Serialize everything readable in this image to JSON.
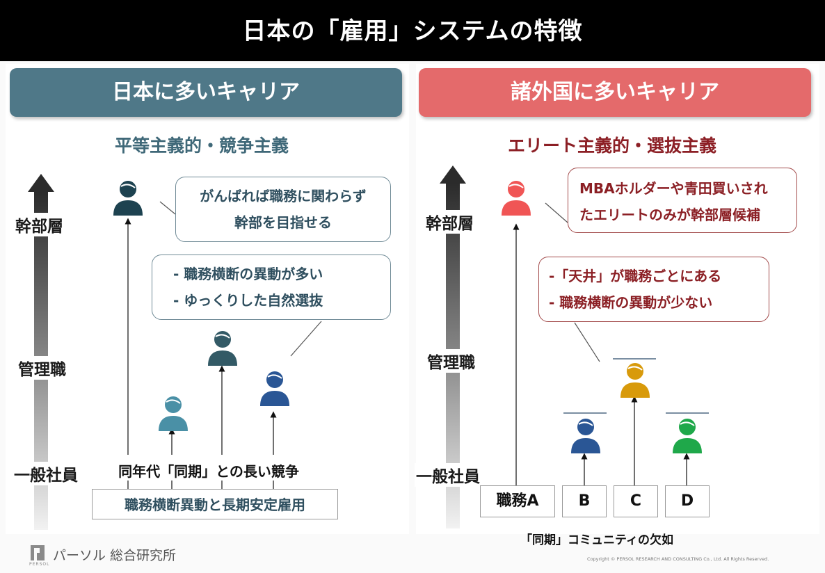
{
  "title": "日本の「雇用」システムの特徴",
  "colors": {
    "left_header": "#4f7888",
    "right_header": "#e46a6b",
    "left_subtitle": "#3f6878",
    "right_subtitle": "#8c1f25",
    "person_dark_teal": "#1d4250",
    "person_light_teal": "#4a90a6",
    "person_slate": "#335a66",
    "person_navy": "#2a5695",
    "person_red": "#f05555",
    "person_gold": "#d89a0b",
    "person_blue": "#2a5695",
    "person_green": "#1fa84a"
  },
  "left": {
    "header": "日本に多いキャリア",
    "subtitle": "平等主義的・競争主義",
    "levels": {
      "top": "幹部層",
      "mid": "管理職",
      "base": "一般社員"
    },
    "bubble1": {
      "line1": "がんばれば職務に関わらず",
      "line2": "幹部を目指せる"
    },
    "bubble2": {
      "line1": "- 職務横断の異動が多い",
      "line2": "- ゆっくりした自然選抜"
    },
    "cohort_label": "同年代「同期」との長い競争",
    "bottom_box": "職務横断異動と長期安定雇用"
  },
  "right": {
    "header": "諸外国に多いキャリア",
    "subtitle": "エリート主義的・選抜主義",
    "levels": {
      "top": "幹部層",
      "mid": "管理職",
      "base": "一般社員"
    },
    "bubble1": {
      "line1": "MBAホルダーや青田買いされ",
      "line2": "たエリートのみが幹部層候補"
    },
    "bubble2": {
      "line1": "-「天井」が職務ごとにある",
      "line2": "-  職務横断の異動が少ない"
    },
    "job_boxes": [
      "職務A",
      "B",
      "C",
      "D"
    ],
    "community_label": "「同期」コミュニティの欠如"
  },
  "footer": {
    "logo_text": "パーソル 総合研究所",
    "logo_sub": "PERSOL",
    "copyright": "Copyright © PERSOL  RESEARCH AND CONSULTING Co., Ltd. All Rights Reserved."
  },
  "icons": [
    "person-icon",
    "up-arrow-icon",
    "persol-logo-icon"
  ]
}
